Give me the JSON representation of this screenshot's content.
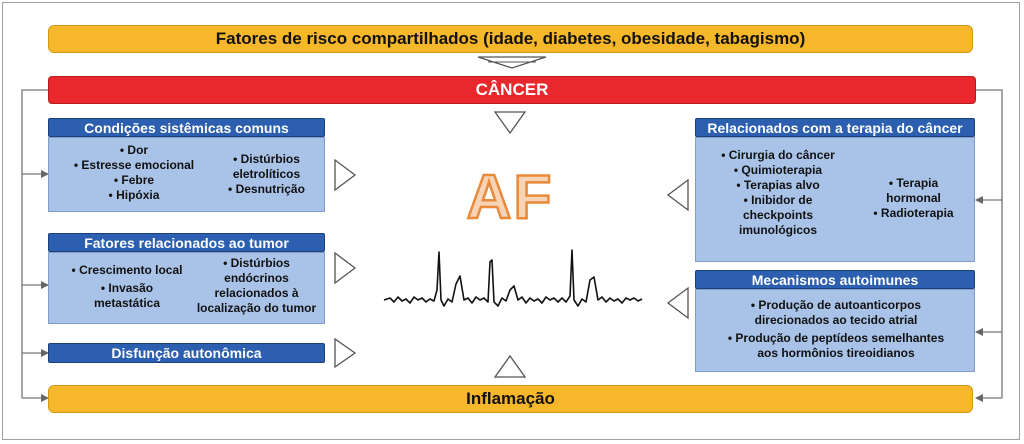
{
  "top_factors": "Fatores de risco compartilhados (idade, diabetes, obesidade, tabagismo)",
  "cancer": "CÂNCER",
  "inflammation": "Inflamação",
  "center_label": "AF",
  "left_panels": {
    "systemic": {
      "title": "Condições sistêmicas comuns",
      "col1": [
        "• Dor",
        "• Estresse emocional",
        "• Febre",
        "• Hipóxia"
      ],
      "col2": [
        "• Distúrbios",
        "eletrolíticos",
        "• Desnutrição"
      ]
    },
    "tumor": {
      "title": "Fatores relacionados ao tumor",
      "col1": [
        "• Crescimento local",
        "• Invasão",
        "metastática"
      ],
      "col2": [
        "• Distúrbios",
        "endócrinos",
        "relacionados à",
        "localização do tumor"
      ]
    },
    "autonomic": {
      "title": "Disfunção autonômica"
    }
  },
  "right_panels": {
    "therapy": {
      "title": "Relacionados com a terapia do câncer",
      "col1": [
        "• Cirurgia do câncer",
        "• Quimioterapia",
        "• Terapias alvo",
        "• Inibidor de",
        "checkpoints",
        "imunológicos"
      ],
      "col2": [
        "• Terapia",
        "hormonal",
        "• Radioterapia"
      ]
    },
    "autoimmune": {
      "title": "Mecanismos autoimunes",
      "col1": [
        "• Produção de autoanticorpos",
        "direcionados ao tecido atrial",
        "• Produção de peptídeos semelhantes",
        "aos hormônios tireoidianos"
      ]
    }
  },
  "colors": {
    "yellow": "#f6b72a",
    "red": "#e8282c",
    "header_blue": "#2c5fb0",
    "panel_blue": "#a9c3e8",
    "af_fill": "#f6d4b5",
    "af_outline": "#e98a3b"
  }
}
